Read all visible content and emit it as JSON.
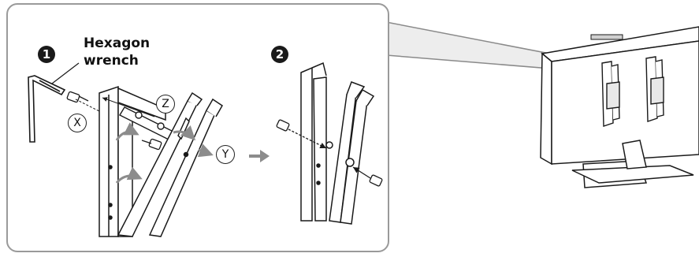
{
  "steps": [
    {
      "badge": "1"
    },
    {
      "badge": "2"
    }
  ],
  "callout": {
    "line1": "Hexagon",
    "line2": "wrench"
  },
  "parts": {
    "x": "X",
    "y": "Y",
    "z": "Z"
  },
  "colors": {
    "line": "#1a1a1a",
    "panel_border": "#9a9a9a",
    "arrow_gray": "#8c8c8c",
    "badge_bg": "#1a1a1a"
  },
  "icons": [
    "hexagon-wrench",
    "screw",
    "bracket",
    "tv-set"
  ]
}
